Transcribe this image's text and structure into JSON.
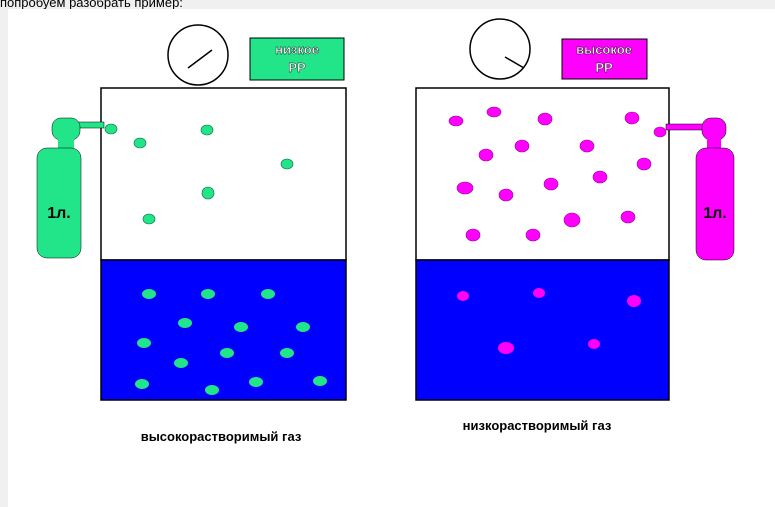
{
  "caption": "попробуем разобрать пример:",
  "left": {
    "label_line1": "низкое",
    "label_line2": "РР",
    "cylinder_text": "1л.",
    "bottom_caption": "высокорастворимый газ",
    "color": "#22e58a"
  },
  "right": {
    "label_line1": "высокое",
    "label_line2": "РР",
    "cylinder_text": "1л.",
    "bottom_caption": "низкорастворимый газ",
    "color": "#ff00ff"
  },
  "colors": {
    "liquid": "#0000ff",
    "outline": "#000000",
    "background": "#ffffff"
  }
}
